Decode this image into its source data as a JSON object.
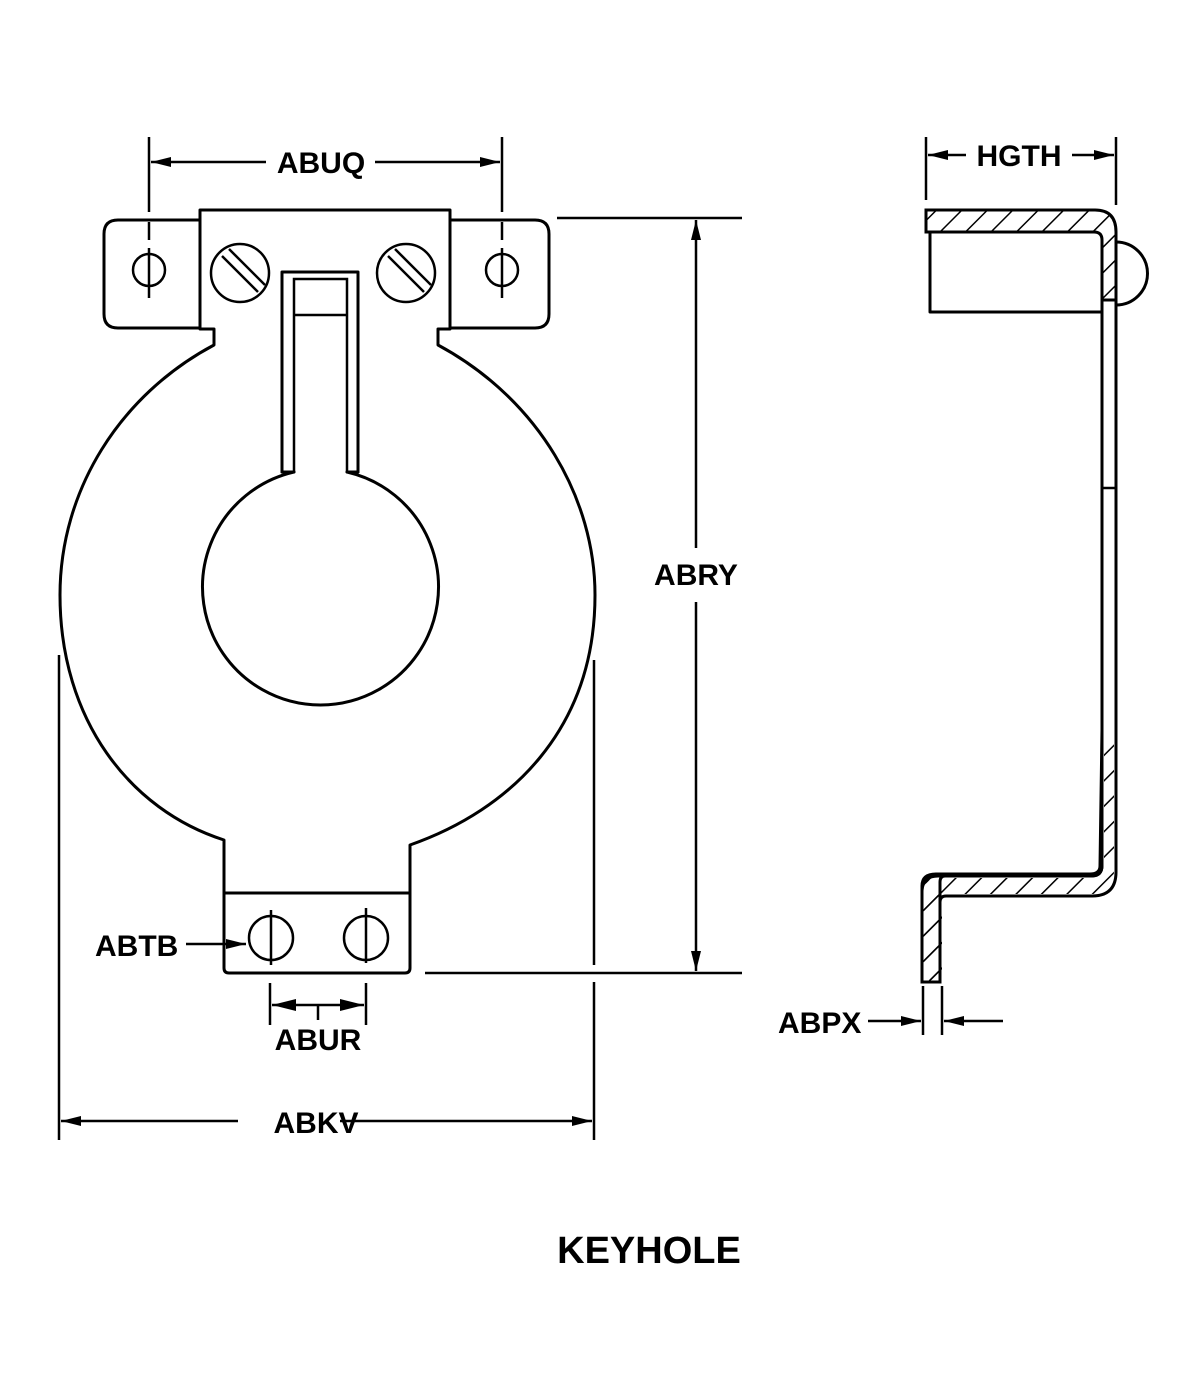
{
  "title": "KEYHOLE",
  "colors": {
    "line": "#000000",
    "background": "#ffffff"
  },
  "front_view": {
    "dimensions": {
      "top_width": "ABUQ",
      "overall_height": "ABRY",
      "screw_callout": "ABTB",
      "screw_spacing": "ABUR",
      "overall_width": "ABKV"
    }
  },
  "side_view": {
    "dimensions": {
      "depth": "HGTH",
      "thickness": "ABPX"
    }
  }
}
